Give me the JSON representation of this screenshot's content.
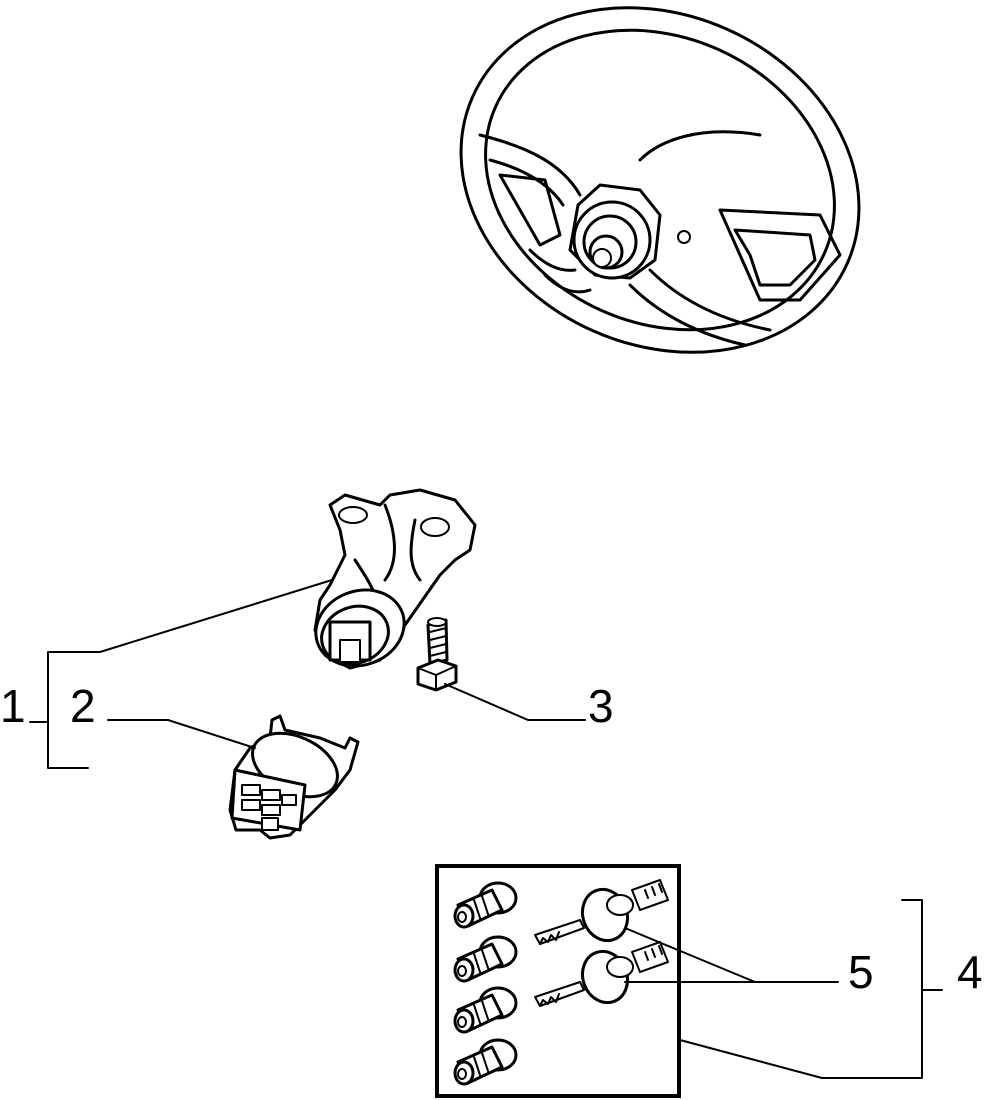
{
  "callouts": {
    "c1": "1",
    "c2": "2",
    "c3": "3",
    "c4": "4",
    "c5": "5"
  },
  "parts": [
    {
      "id": "1",
      "name": "steering-lock-assembly"
    },
    {
      "id": "2",
      "name": "ignition-switch"
    },
    {
      "id": "3",
      "name": "shear-bolt"
    },
    {
      "id": "4",
      "name": "lock-cylinder-and-key-kit"
    },
    {
      "id": "5",
      "name": "keys"
    }
  ],
  "icons": [
    "steering-wheel-icon",
    "steering-lock-body-icon",
    "ignition-switch-icon",
    "bolt-icon",
    "lock-cylinder-icon",
    "key-icon"
  ]
}
